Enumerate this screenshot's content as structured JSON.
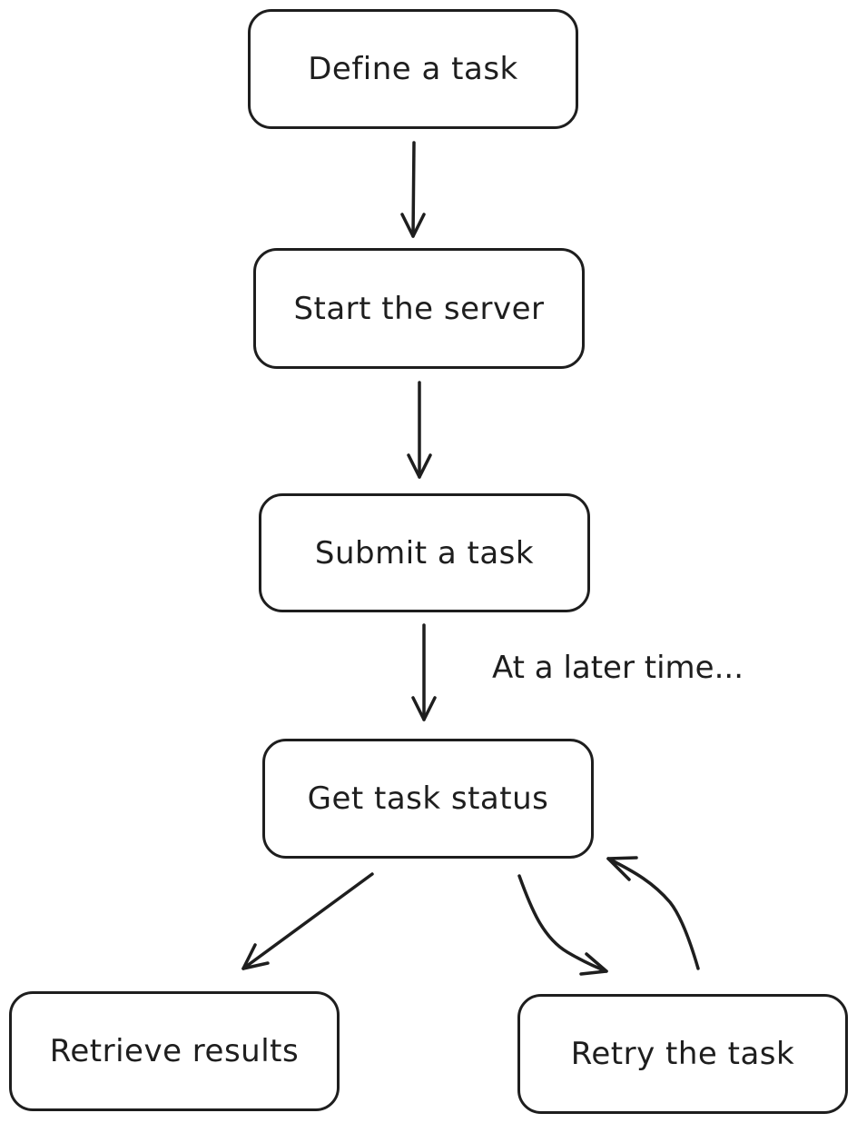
{
  "diagram": {
    "nodes": {
      "define": "Define a task",
      "start": "Start the server",
      "submit": "Submit a task",
      "status": "Get task status",
      "retrieve": "Retrieve results",
      "retry": "Retry the task"
    },
    "annotation": "At a later time..."
  },
  "colors": {
    "stroke": "#1e1e1e",
    "background": "#ffffff"
  }
}
